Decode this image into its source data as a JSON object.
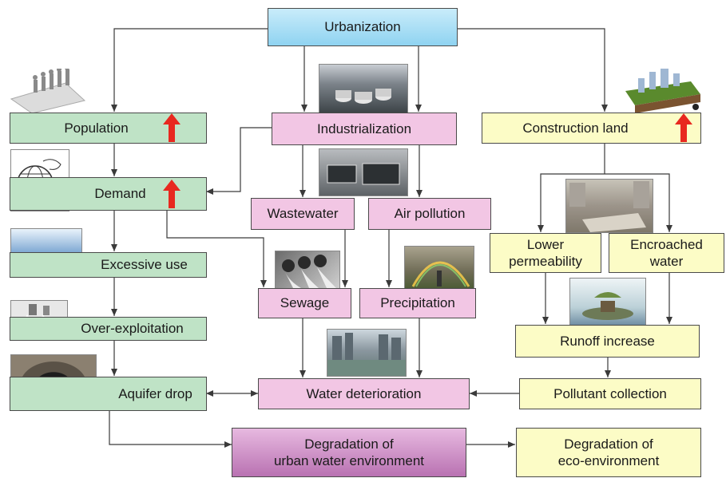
{
  "colors": {
    "blue": "#8fd3f1",
    "green": "#bfe3c6",
    "pink": "#f2c6e4",
    "yellow": "#fcfcc6",
    "purple": "#b972b2",
    "arrow_up": "#e8281f",
    "line": "#3a3a3a"
  },
  "nodes": {
    "urbanization": "Urbanization",
    "population": "Population",
    "demand": "Demand",
    "excessive_use": "Excessive use",
    "over_exploitation": "Over-exploitation",
    "aquifer_drop": "Aquifer drop",
    "industrialization": "Industrialization",
    "wastewater": "Wastewater",
    "air_pollution": "Air pollution",
    "sewage": "Sewage",
    "precipitation": "Precipitation",
    "water_deterioration": "Water deterioration",
    "construction_land": "Construction land",
    "lower_permeability": "Lower\npermeability",
    "encroached_water": "Encroached\nwater",
    "runoff_increase": "Runoff increase",
    "pollutant_collection": "Pollutant collection",
    "degradation_urban": "Degradation of\nurban water environment",
    "degradation_eco": "Degradation of\neco-environment"
  },
  "icons": {
    "increase_arrow": "red-up-arrow-icon",
    "photos": [
      "people-figures-photo",
      "globe-drawing-photo",
      "water-drop-photo",
      "pumping-well-photo",
      "sinkhole-photo",
      "factory-tanks-photo",
      "treatment-plant-photo",
      "drain-pipes-photo",
      "rainbow-smog-photo",
      "flooded-city-photo",
      "construction-site-photo",
      "flooded-island-photo",
      "city-on-soil-photo"
    ]
  }
}
